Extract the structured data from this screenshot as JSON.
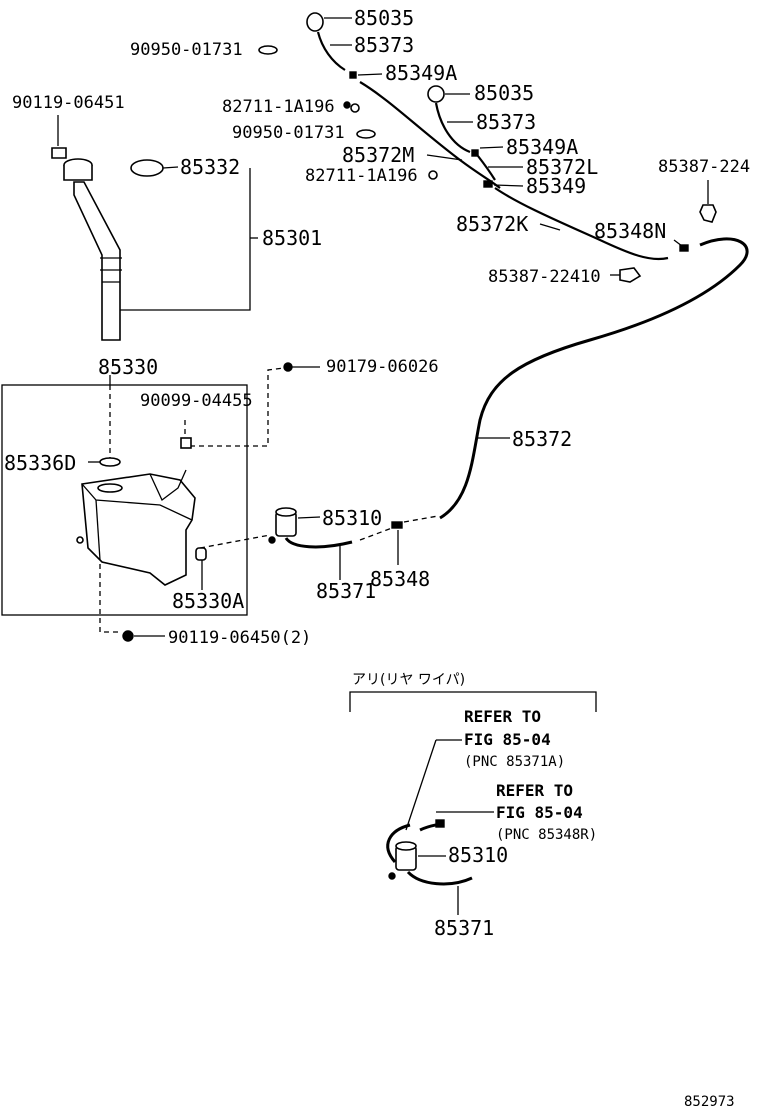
{
  "labels": {
    "p85035_a": "85035",
    "p90950_a": "90950-01731",
    "p85373_a": "85373",
    "p85349A_a": "85349A",
    "p90119_06451": "90119-06451",
    "p82711_a": "82711-1A196",
    "p85035_b": "85035",
    "p90950_b": "90950-01731",
    "p85373_b": "85373",
    "p85349A_b": "85349A",
    "p85372M": "85372M",
    "p85372L": "85372L",
    "p82711_b": "82711-1A196",
    "p85349": "85349",
    "p85387_a": "85387-224",
    "p85332": "85332",
    "p85372K": "85372K",
    "p85348N": "85348N",
    "p85301": "85301",
    "p85387_b": "85387-22410",
    "p85330": "85330",
    "p90179": "90179-06026",
    "p90099": "90099-04455",
    "p85372": "85372",
    "p85336D": "85336D",
    "p85310_a": "85310",
    "p85348": "85348",
    "p85371_a": "85371",
    "p85330A": "85330A",
    "p90119_06450": "90119-06450(2)"
  },
  "inset": {
    "header": "アリ(リヤ ワイパ)",
    "refer1_l1": "REFER TO",
    "refer1_l2": "FIG 85-04",
    "refer1_l3": "(PNC 85371A)",
    "refer2_l1": "REFER TO",
    "refer2_l2": "FIG 85-04",
    "refer2_l3": "(PNC 85348R)",
    "p85310": "85310",
    "p85371": "85371"
  },
  "figure_code": "852973"
}
